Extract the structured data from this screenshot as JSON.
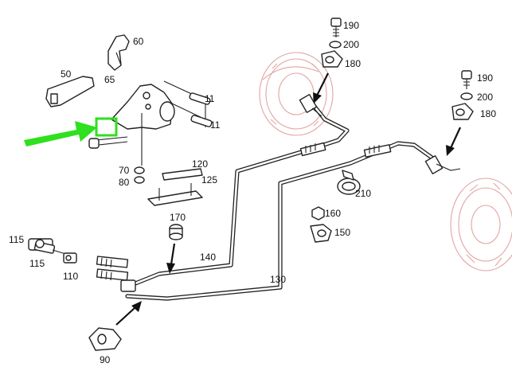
{
  "labels": {
    "p190a": "190",
    "p200a": "200",
    "p180a": "180",
    "p190b": "190",
    "p200b": "200",
    "p180b": "180",
    "p60": "60",
    "p65": "65",
    "p50": "50",
    "p11a": "11",
    "p11b": "11",
    "p70": "70",
    "p80": "80",
    "p120": "120",
    "p125": "125",
    "p210": "210",
    "p160": "160",
    "p150": "150",
    "p170": "170",
    "p140": "140",
    "p130": "130",
    "p115a": "115",
    "p115b": "115",
    "p110": "110",
    "p90": "90"
  },
  "colors": {
    "highlight_arrow": "#2ee01e",
    "highlight_box": "#2ee01e",
    "brake_drum": "#e3a3a3",
    "line_art": "#222222"
  }
}
